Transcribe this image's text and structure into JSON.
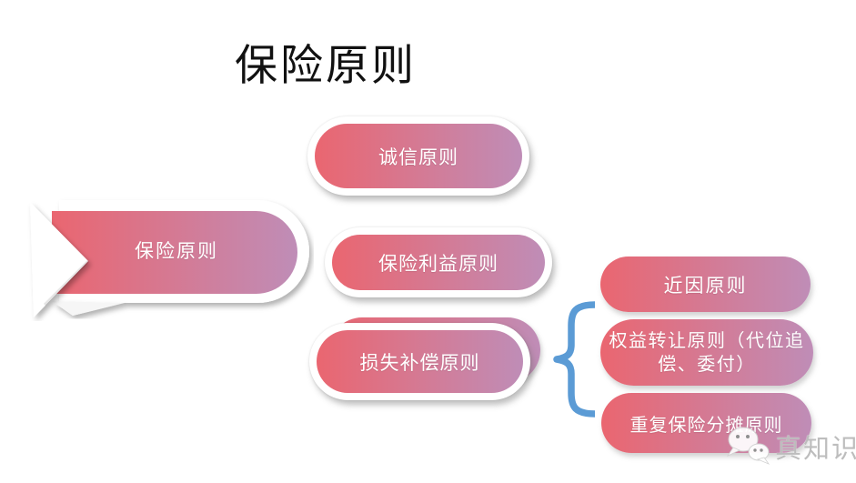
{
  "page": {
    "title": "保险原则"
  },
  "banner": {
    "label": "保险原则"
  },
  "middle_pills": [
    {
      "label": "诚信原则"
    },
    {
      "label": "保险利益原则"
    },
    {
      "label": "损失补偿原则"
    }
  ],
  "right_pills": [
    {
      "label": "近因原则"
    },
    {
      "label": "权益转让原则（代位追偿、委付）"
    },
    {
      "label": "重复保险分摊原则"
    }
  ],
  "watermark": {
    "label": "真知识",
    "icon": "wechat-chat-bubbles"
  },
  "colors": {
    "gradient_start": "#EA6670",
    "gradient_end": "#BF8DB7",
    "title_text": "#111111",
    "pill_text": "#ffffff",
    "brace_blue": "#5B9BD5",
    "watermark_text": "#B2B2B2",
    "background": "#ffffff"
  }
}
